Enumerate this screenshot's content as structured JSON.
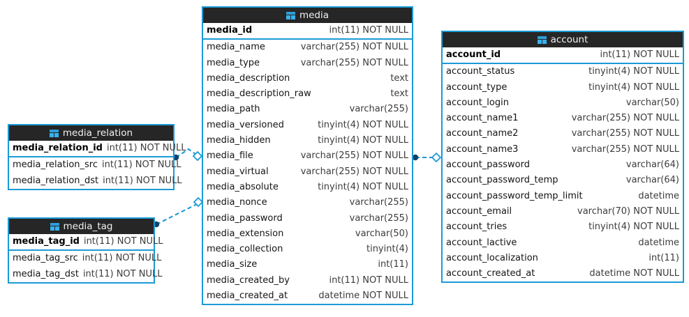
{
  "diagram": {
    "type": "entity-relationship-diagram",
    "background_color": "#ffffff",
    "accent_color": "#1b9ad6",
    "header_color": "#262626",
    "header_text_color": "#f2f2f2",
    "icon_name": "table-icon"
  },
  "entities": [
    {
      "id": "media",
      "title": "media",
      "primary_key": {
        "name": "media_id",
        "type": "int(11) NOT NULL"
      },
      "attributes": [
        {
          "name": "media_name",
          "type": "varchar(255) NOT NULL"
        },
        {
          "name": "media_type",
          "type": "varchar(255) NOT NULL"
        },
        {
          "name": "media_description",
          "type": "text"
        },
        {
          "name": "media_description_raw",
          "type": "text"
        },
        {
          "name": "media_path",
          "type": "varchar(255)"
        },
        {
          "name": "media_versioned",
          "type": "tinyint(4) NOT NULL"
        },
        {
          "name": "media_hidden",
          "type": "tinyint(4) NOT NULL"
        },
        {
          "name": "media_file",
          "type": "varchar(255) NOT NULL"
        },
        {
          "name": "media_virtual",
          "type": "varchar(255) NOT NULL"
        },
        {
          "name": "media_absolute",
          "type": "tinyint(4) NOT NULL"
        },
        {
          "name": "media_nonce",
          "type": "varchar(255)"
        },
        {
          "name": "media_password",
          "type": "varchar(255)"
        },
        {
          "name": "media_extension",
          "type": "varchar(50)"
        },
        {
          "name": "media_collection",
          "type": "tinyint(4)"
        },
        {
          "name": "media_size",
          "type": "int(11)"
        },
        {
          "name": "media_created_by",
          "type": "int(11) NOT NULL"
        },
        {
          "name": "media_created_at",
          "type": "datetime NOT NULL"
        }
      ]
    },
    {
      "id": "account",
      "title": "account",
      "primary_key": {
        "name": "account_id",
        "type": "int(11) NOT NULL"
      },
      "attributes": [
        {
          "name": "account_status",
          "type": "tinyint(4) NOT NULL"
        },
        {
          "name": "account_type",
          "type": "tinyint(4) NOT NULL"
        },
        {
          "name": "account_login",
          "type": "varchar(50)"
        },
        {
          "name": "account_name1",
          "type": "varchar(255) NOT NULL"
        },
        {
          "name": "account_name2",
          "type": "varchar(255) NOT NULL"
        },
        {
          "name": "account_name3",
          "type": "varchar(255) NOT NULL"
        },
        {
          "name": "account_password",
          "type": "varchar(64)"
        },
        {
          "name": "account_password_temp",
          "type": "varchar(64)"
        },
        {
          "name": "account_password_temp_limit",
          "type": "datetime"
        },
        {
          "name": "account_email",
          "type": "varchar(70) NOT NULL"
        },
        {
          "name": "account_tries",
          "type": "tinyint(4) NOT NULL"
        },
        {
          "name": "account_lactive",
          "type": "datetime"
        },
        {
          "name": "account_localization",
          "type": "int(11)"
        },
        {
          "name": "account_created_at",
          "type": "datetime NOT NULL"
        }
      ]
    },
    {
      "id": "media_relation",
      "title": "media_relation",
      "primary_key": {
        "name": "media_relation_id",
        "type": "int(11) NOT NULL"
      },
      "attributes": [
        {
          "name": "media_relation_src",
          "type": "int(11) NOT NULL"
        },
        {
          "name": "media_relation_dst",
          "type": "int(11) NOT NULL"
        }
      ]
    },
    {
      "id": "media_tag",
      "title": "media_tag",
      "primary_key": {
        "name": "media_tag_id",
        "type": "int(11) NOT NULL"
      },
      "attributes": [
        {
          "name": "media_tag_src",
          "type": "int(11) NOT NULL"
        },
        {
          "name": "media_tag_dst",
          "type": "int(11) NOT NULL"
        }
      ]
    }
  ],
  "relationships": [
    {
      "from": "media_relation",
      "to": "media",
      "from_marker": "filled-circle",
      "to_marker": "open-diamond",
      "style": "dashed"
    },
    {
      "from": "media_tag",
      "to": "media",
      "from_marker": "filled-circle",
      "to_marker": "open-diamond",
      "style": "dashed"
    },
    {
      "from": "media",
      "to": "account",
      "from_marker": "filled-circle",
      "to_marker": "open-diamond",
      "style": "dashed"
    }
  ]
}
